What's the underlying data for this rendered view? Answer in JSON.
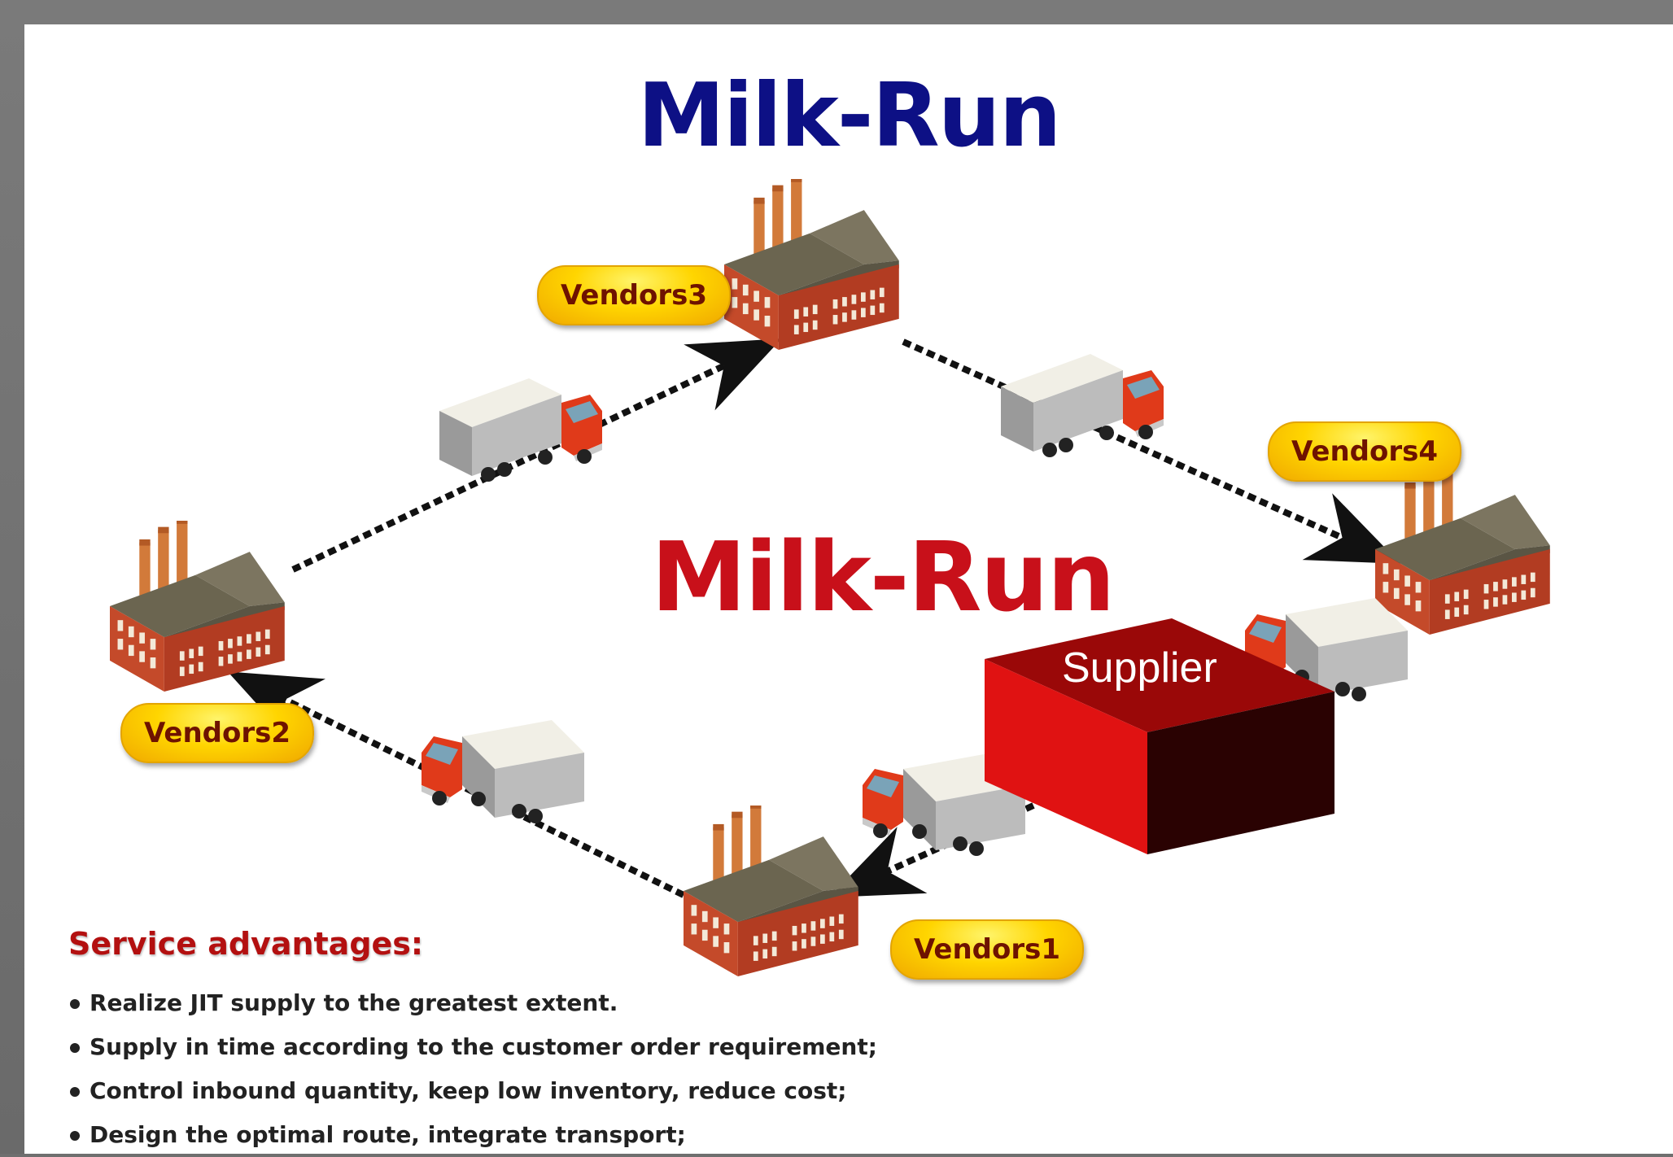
{
  "title": "Milk-Run",
  "center_label": "Milk-Run",
  "supplier_label": "Supplier",
  "vendors": {
    "v1": "Vendors1",
    "v2": "Vendors2",
    "v3": "Vendors3",
    "v4": "Vendors4"
  },
  "advantages": {
    "heading": "Service advantages:",
    "items": [
      "Realize JIT supply to the greatest extent.",
      "Supply in time according to the customer order requirement;",
      "Control inbound quantity, keep low inventory, reduce cost;",
      "Design the optimal route, integrate transport;"
    ]
  },
  "colors": {
    "title_blue": "#0d1085",
    "milk_run_red": "#c8101a",
    "supplier_red": "#d01010",
    "label_yellow": "#ffd500",
    "truck_red": "#e03a1a"
  },
  "icons": {
    "factory": "factory-icon",
    "truck": "truck-icon",
    "arrow": "route-arrow-icon"
  }
}
